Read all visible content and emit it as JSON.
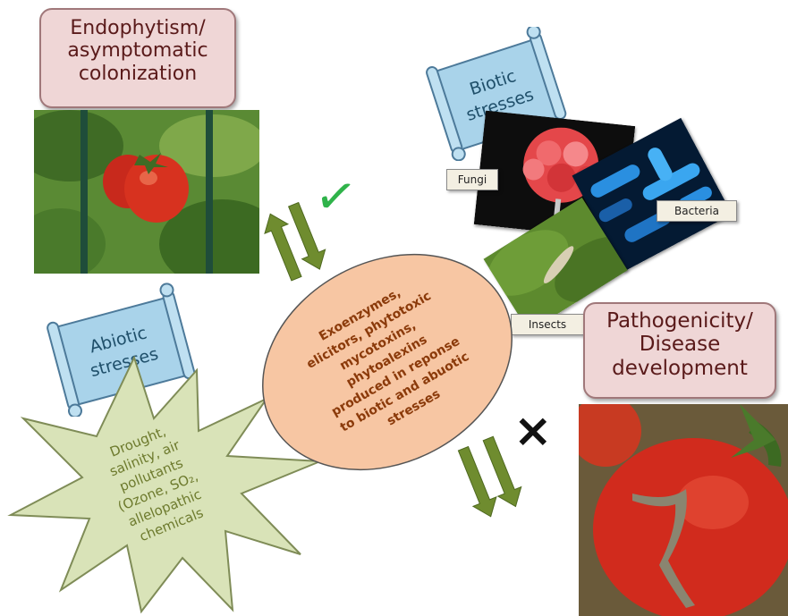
{
  "colors": {
    "pink_box": "#efd6d6",
    "scroll_blue": "#a9d3ea",
    "oval_fill": "#f7c6a3",
    "oval_text": "#8b3a0a",
    "star_fill": "#d9e3b8",
    "star_text": "#6d7a2d",
    "arrow_green": "#6f8c2f",
    "check_green": "#2fb34a"
  },
  "boxes": {
    "endophytism": [
      "Endophytism/",
      "asymptomatic",
      "colonization"
    ],
    "pathogenicity": [
      "Pathogenicity/",
      "Disease",
      "development"
    ]
  },
  "scrolls": {
    "biotic": [
      "Biotic",
      "stresses"
    ],
    "abiotic": [
      "Abiotic",
      "stresses"
    ]
  },
  "labels": {
    "fungi": "Fungi",
    "bacteria": "Bacteria",
    "insects": "Insects"
  },
  "oval_text": [
    "Exoenzymes,",
    "elicitors, phytotoxic",
    "mycotoxins,",
    "phytoalexins",
    "produced in reponse",
    "to biotic and abuotic",
    "stresses"
  ],
  "star_text": [
    "Drought,",
    "salinity, air",
    "pollutants",
    "(Ozone, SO₂,",
    "allelopathic",
    "chemicals"
  ],
  "marks": {
    "check": "✓",
    "cross": "×"
  },
  "photos": {
    "healthy_tomato": "healthy tomato plant",
    "diseased_tomato": "diseased tomato fruit",
    "fungi": "fungus",
    "bacteria": "bacteria",
    "insect": "insect on leaf"
  }
}
